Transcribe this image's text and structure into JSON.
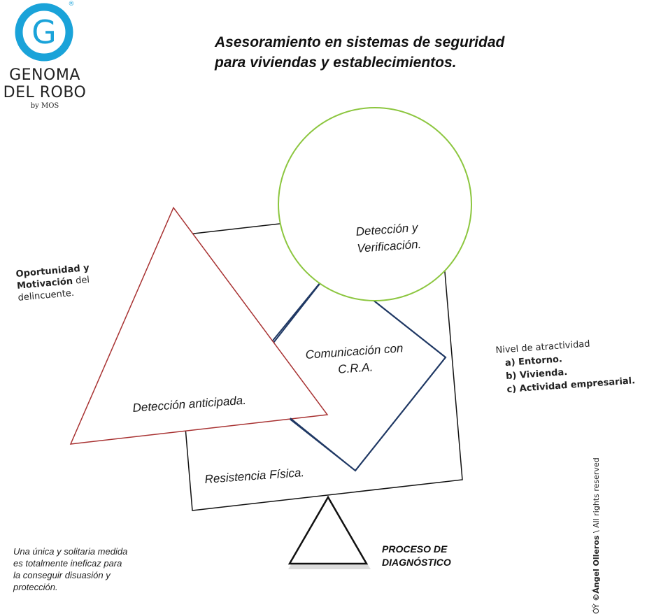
{
  "logo": {
    "mark_letter": "G",
    "line1": "GENOMA",
    "line2": "DEL ROBO",
    "by": "by MOS",
    "registered": "®",
    "color": "#1aa3d9"
  },
  "title": {
    "line1": "Asesoramiento  en sistemas de seguridad",
    "line2": "para viviendas y establecimientos."
  },
  "diagram": {
    "circle_label_line1": "Detección y",
    "circle_label_line2": "Verificación.",
    "diamond_label_line1": "Comunicación con",
    "diamond_label_line2": "C.R.A.",
    "triangle_label": "Detección anticipada.",
    "square_label": "Resistencia Física.",
    "colors": {
      "circle": "#8cc63f",
      "triangle": "#a83232",
      "diamond": "#1f3864",
      "square": "#111111"
    }
  },
  "left_note": {
    "bold1": "Oportunidad y",
    "bold2": "Motivación",
    "rest2": " del",
    "line3": "delincuente."
  },
  "right_note": {
    "heading": "Nivel de atractividad",
    "items": [
      "a)  Entorno.",
      "b)  Vivienda.",
      "c)  Actividad empresarial."
    ]
  },
  "bottom_note": {
    "line1": "Una única y solitaria medida",
    "line2": "es totalmente ineficaz para",
    "line3": "la conseguir disuasión y",
    "line4": "protección."
  },
  "diagnostic": {
    "line1": "PROCESO DE",
    "line2": "DIAGNÓSTICO"
  },
  "copyright": {
    "prefix": "ÓŸ",
    "author": "©Ángel Olleros",
    "rights": "\\ All rights reserved"
  }
}
